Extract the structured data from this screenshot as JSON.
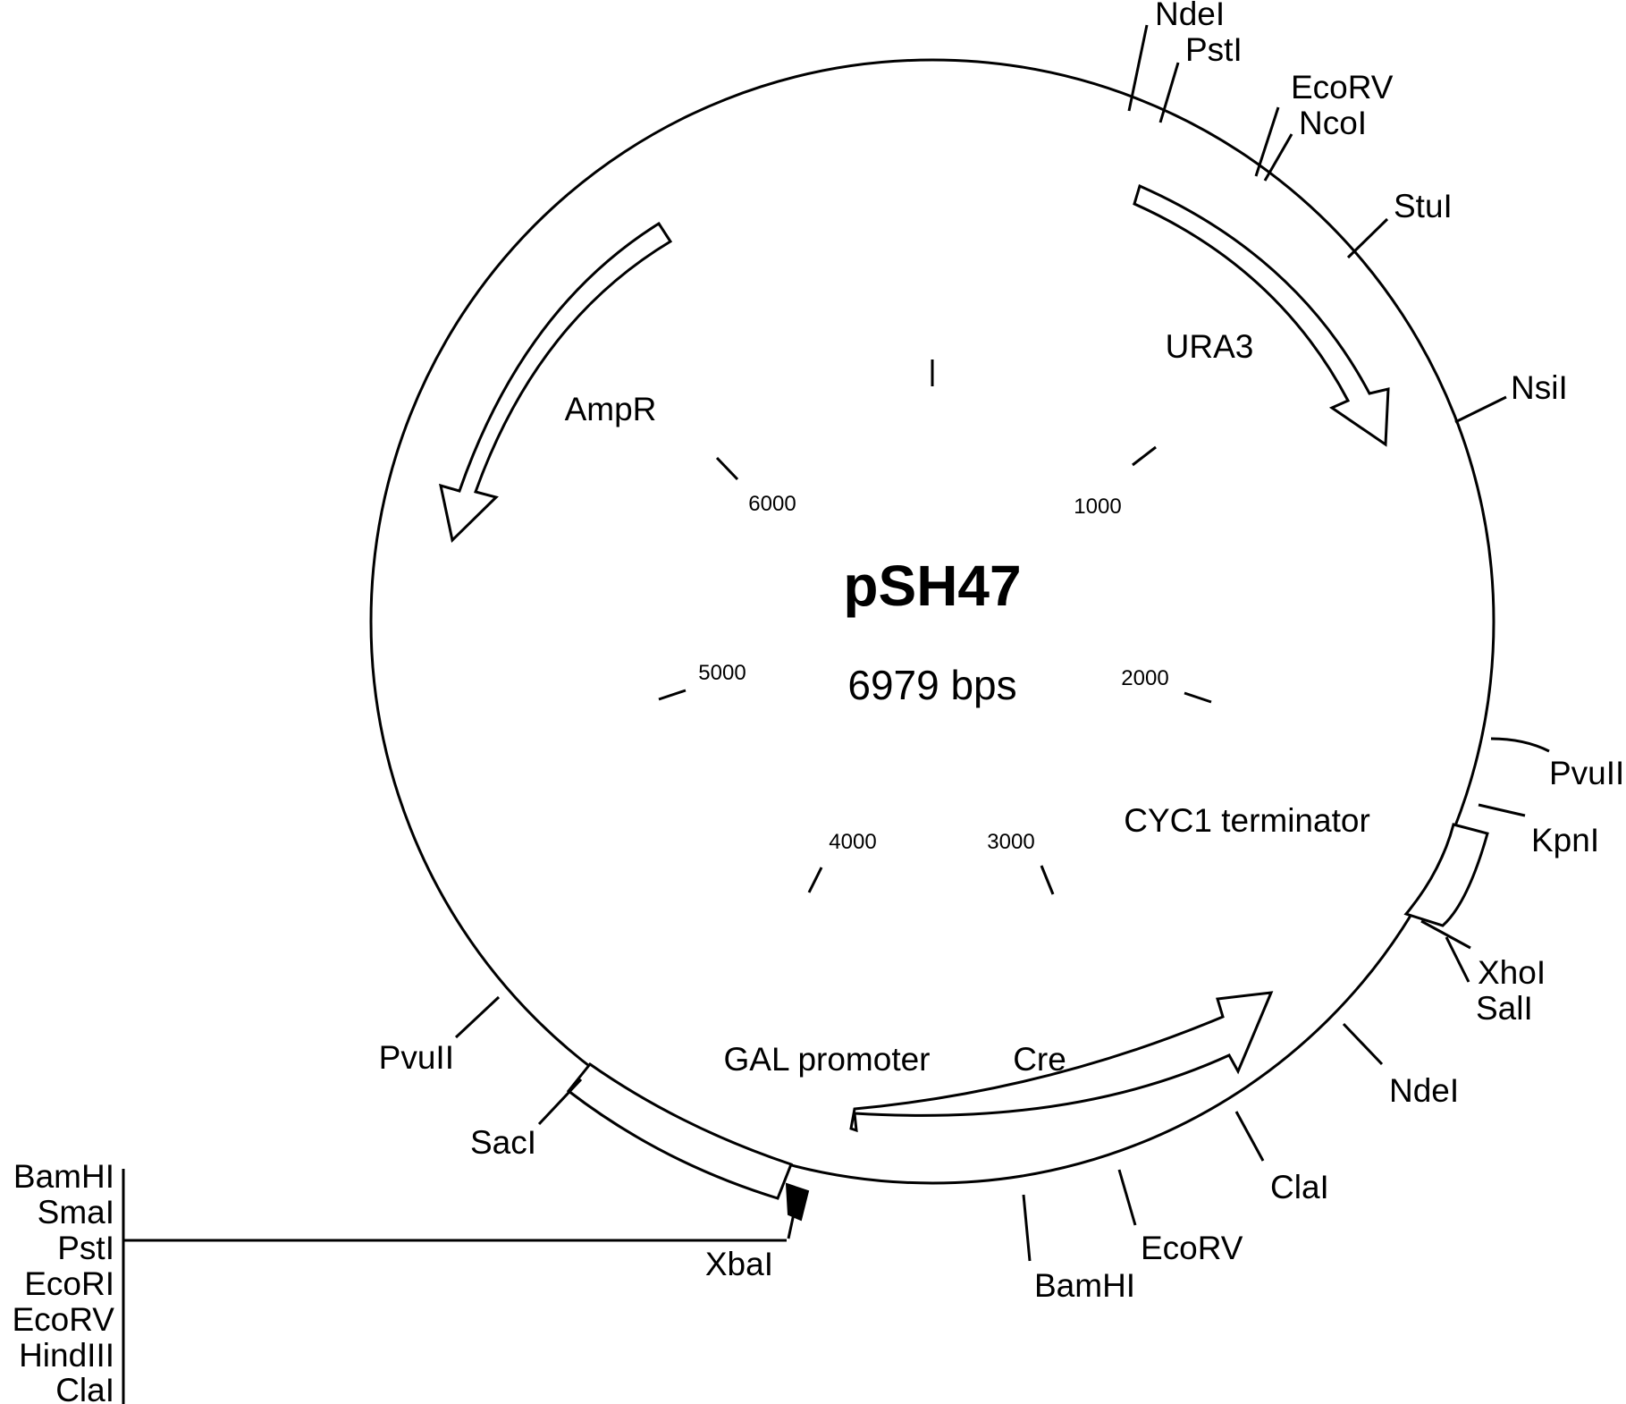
{
  "plasmid": {
    "name": "pSH47",
    "size_label": "6979 bps",
    "size_bp": 6979
  },
  "features": [
    {
      "id": "ura3",
      "label": "URA3"
    },
    {
      "id": "ampr",
      "label": "AmpR"
    },
    {
      "id": "cyc1",
      "label": "CYC1 terminator"
    },
    {
      "id": "gal",
      "label": "GAL promoter"
    },
    {
      "id": "cre",
      "label": "Cre"
    }
  ],
  "ticks": [
    "1000",
    "2000",
    "3000",
    "4000",
    "5000",
    "6000"
  ],
  "sites": {
    "ndei_top": "NdeI",
    "psti_top": "PstI",
    "ecorv_top": "EcoRV",
    "ncoi": "NcoI",
    "stui": "StuI",
    "nsii": "NsiI",
    "pvuii_right": "PvuII",
    "kpni": "KpnI",
    "xhoi": "XhoI",
    "sali": "SalI",
    "ndei_bottom": "NdeI",
    "clai_bottom": "ClaI",
    "ecorv_bottom": "EcoRV",
    "bamhi_bottom": "BamHI",
    "xbai": "XbaI",
    "saci": "SacI",
    "pvuii_left": "PvuII"
  },
  "mcs": [
    "BamHI",
    "SmaI",
    "PstI",
    "EcoRI",
    "EcoRV",
    "HindIII",
    "ClaI"
  ]
}
